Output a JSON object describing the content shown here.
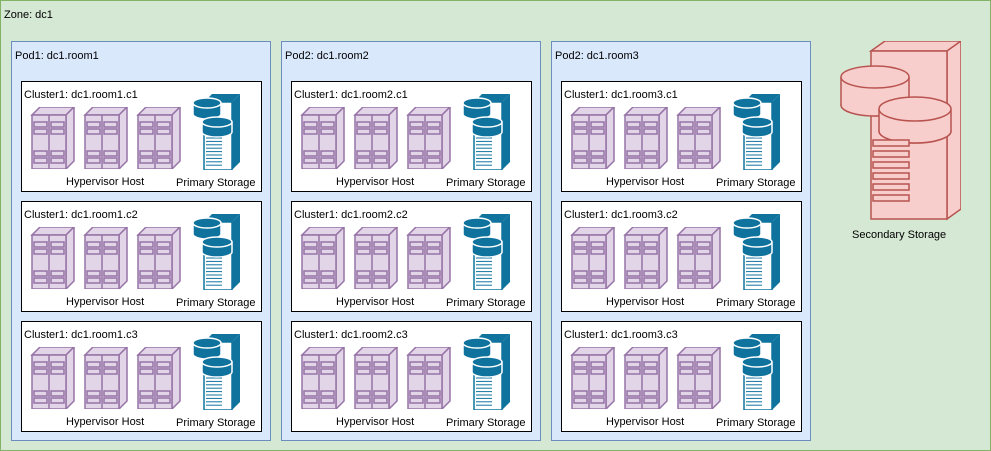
{
  "zone": {
    "label": "Zone: dc1"
  },
  "pods": [
    {
      "label": "Pod1: dc1.room1",
      "clusters": [
        {
          "label": "Cluster1: dc1.room1.c1",
          "host_label": "Hypervisor Host",
          "storage_label": "Primary Storage"
        },
        {
          "label": "Cluster1: dc1.room1.c2",
          "host_label": "Hypervisor Host",
          "storage_label": "Primary Storage"
        },
        {
          "label": "Cluster1: dc1.room1.c3",
          "host_label": "Hypervisor Host",
          "storage_label": "Primary Storage"
        }
      ]
    },
    {
      "label": "Pod2: dc1.room2",
      "clusters": [
        {
          "label": "Cluster1: dc1.room2.c1",
          "host_label": "Hypervisor Host",
          "storage_label": "Primary Storage"
        },
        {
          "label": "Cluster1: dc1.room2.c2",
          "host_label": "Hypervisor Host",
          "storage_label": "Primary Storage"
        },
        {
          "label": "Cluster1: dc1.room2.c3",
          "host_label": "Hypervisor Host",
          "storage_label": "Primary Storage"
        }
      ]
    },
    {
      "label": "Pod2: dc1.room3",
      "clusters": [
        {
          "label": "Cluster1: dc1.room3.c1",
          "host_label": "Hypervisor Host",
          "storage_label": "Primary Storage"
        },
        {
          "label": "Cluster1: dc1.room3.c2",
          "host_label": "Hypervisor Host",
          "storage_label": "Primary Storage"
        },
        {
          "label": "Cluster1: dc1.room3.c3",
          "host_label": "Hypervisor Host",
          "storage_label": "Primary Storage"
        }
      ]
    }
  ],
  "secondary_storage": {
    "label": "Secondary Storage"
  },
  "colors": {
    "zone_fill": "#d5e8d4",
    "zone_stroke": "#82b366",
    "pod_fill": "#dae8fc",
    "pod_stroke": "#6c8ebf",
    "host_fill": "#e1d5e7",
    "host_stroke": "#9673a6",
    "primary_storage": "#10739e",
    "secondary_fill": "#f8cecc",
    "secondary_stroke": "#b85450"
  },
  "icons": {
    "host": "server-icon",
    "primary_storage": "storage-server-icon",
    "secondary_storage": "secondary-storage-icon"
  }
}
